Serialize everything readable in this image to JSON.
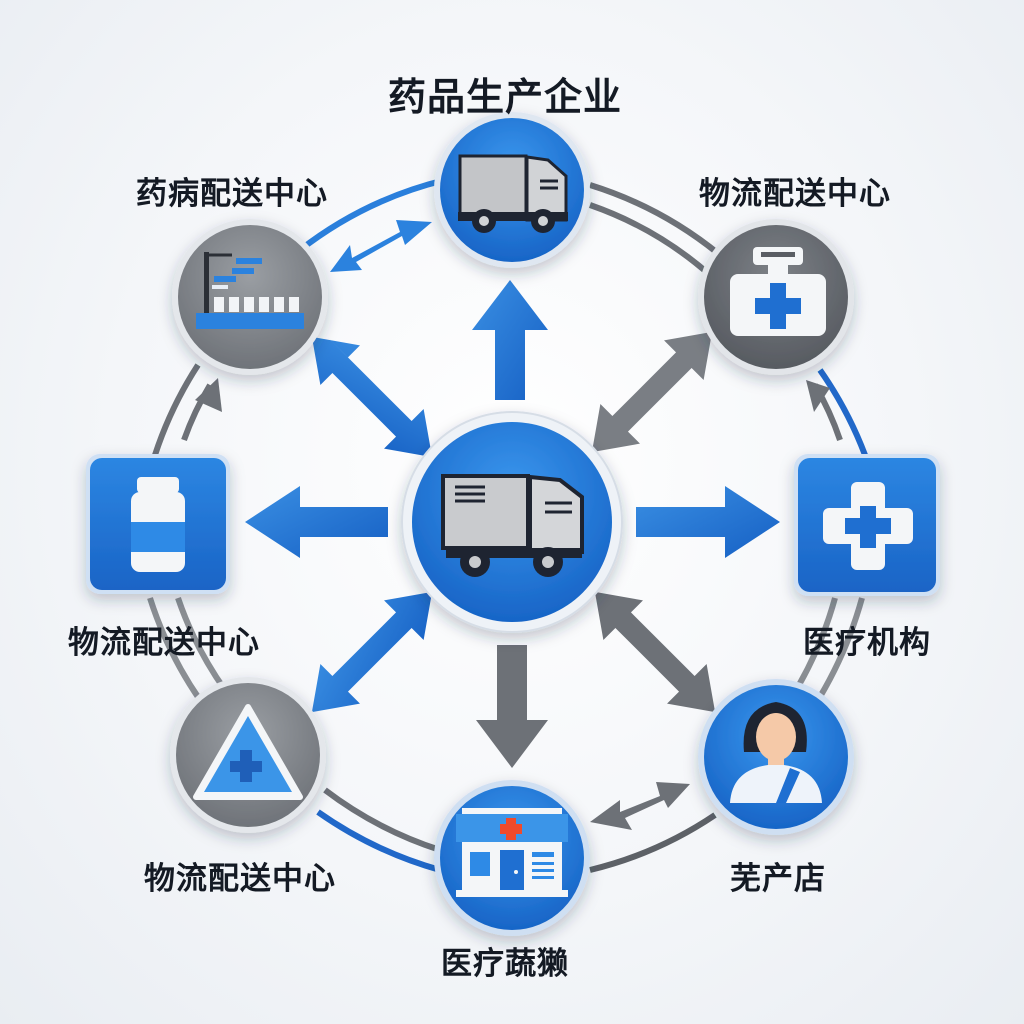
{
  "diagram": {
    "title": "药品生产企业",
    "colors": {
      "primary_blue": "#1f6fd1",
      "light_blue": "#2e8ae6",
      "gray": "#6d7177",
      "dark_gray": "#5a5e64",
      "text": "#141a24",
      "background": "#f4f6f9"
    },
    "center": {
      "id": "hub",
      "icon": "delivery-truck-icon",
      "shape": "circle",
      "color": "blue"
    },
    "nodes": [
      {
        "id": "top",
        "label": "",
        "icon": "delivery-truck-icon",
        "shape": "circle",
        "color": "blue"
      },
      {
        "id": "top-left",
        "label": "药病配送中心",
        "icon": "warehouse-production-line-icon",
        "shape": "circle",
        "color": "gray"
      },
      {
        "id": "top-right",
        "label": "物流配送中心",
        "icon": "medical-kit-icon",
        "shape": "circle",
        "color": "gray"
      },
      {
        "id": "left",
        "label": "物流配送中心",
        "icon": "medicine-bottle-icon",
        "shape": "rounded-square",
        "color": "blue"
      },
      {
        "id": "right",
        "label": "医疗机构",
        "icon": "medical-cross-icon",
        "shape": "rounded-square",
        "color": "blue"
      },
      {
        "id": "bottom-left",
        "label": "物流配送中心",
        "icon": "warning-triangle-cross-icon",
        "shape": "circle",
        "color": "gray"
      },
      {
        "id": "bottom-right",
        "label": "芜产店",
        "icon": "doctor-avatar-icon",
        "shape": "circle",
        "color": "blue"
      },
      {
        "id": "bottom",
        "label": "医疗蔬獭",
        "icon": "pharmacy-store-icon",
        "shape": "circle",
        "color": "blue"
      }
    ],
    "edges": [
      {
        "from": "hub",
        "to": "top",
        "direction": "one-way",
        "color": "blue"
      },
      {
        "from": "hub",
        "to": "top-left",
        "direction": "two-way",
        "color": "blue"
      },
      {
        "from": "hub",
        "to": "top-right",
        "direction": "two-way",
        "color": "gray"
      },
      {
        "from": "hub",
        "to": "left",
        "direction": "one-way",
        "color": "blue"
      },
      {
        "from": "hub",
        "to": "right",
        "direction": "one-way",
        "color": "blue"
      },
      {
        "from": "hub",
        "to": "bottom-left",
        "direction": "two-way",
        "color": "blue"
      },
      {
        "from": "hub",
        "to": "bottom-right",
        "direction": "two-way",
        "color": "gray"
      },
      {
        "from": "hub",
        "to": "bottom",
        "direction": "one-way",
        "color": "gray"
      },
      {
        "from": "top-left",
        "to": "top",
        "direction": "two-way",
        "color": "blue"
      },
      {
        "from": "bottom",
        "to": "bottom-right",
        "direction": "two-way",
        "color": "gray"
      },
      {
        "from": "left",
        "to": "top-left",
        "direction": "one-way",
        "color": "gray"
      },
      {
        "from": "right",
        "to": "top-right",
        "direction": "one-way",
        "color": "gray"
      }
    ]
  }
}
